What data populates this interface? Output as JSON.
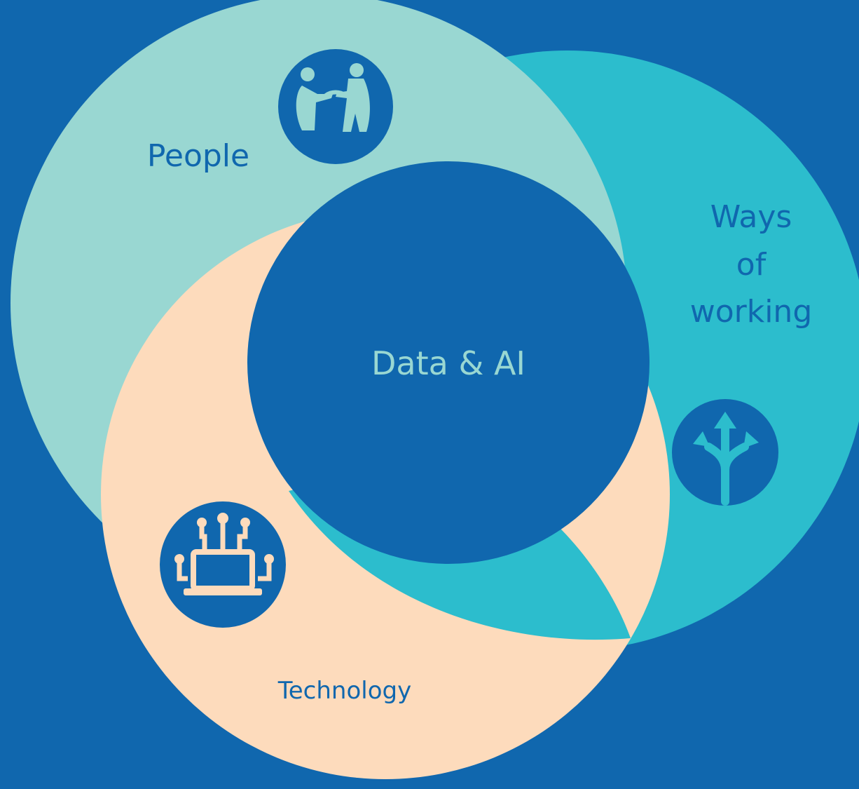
{
  "diagram": {
    "center_label": "Data & AI",
    "people_label": "People",
    "ways_label_lines": [
      "Ways",
      "of",
      "working"
    ],
    "technology_label": "Technology",
    "icons": {
      "people": "handshake-people-icon",
      "ways": "diverging-arrows-icon",
      "technology": "connected-laptop-icon"
    },
    "colors": {
      "background": "#1067ae",
      "people_circle": "#99d7d2",
      "ways_circle": "#2cbdcd",
      "technology_circle": "#fddbbc",
      "center_circle": "#1067ae",
      "center_text": "#99d7d2",
      "label_text": "#1067ae"
    }
  }
}
